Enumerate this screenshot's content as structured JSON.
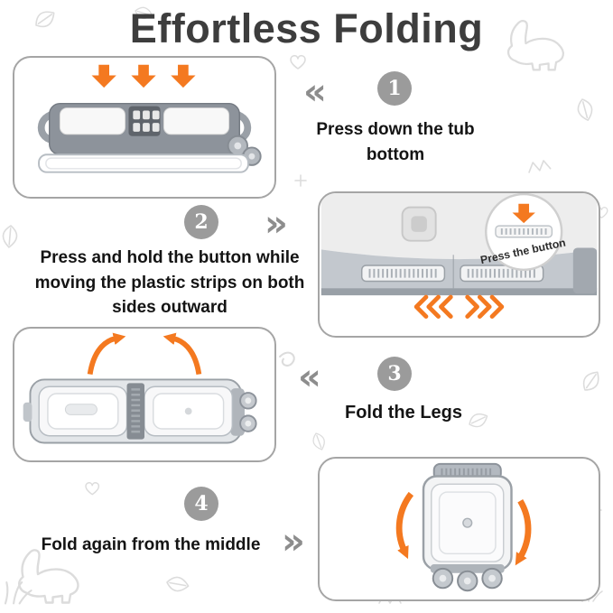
{
  "title": "Effortless Folding",
  "steps": [
    {
      "number": "1",
      "text": "Press down the tub bottom"
    },
    {
      "number": "2",
      "text": "Press and hold the button while moving the plastic strips on both sides outward"
    },
    {
      "number": "3",
      "text": "Fold the Legs"
    },
    {
      "number": "4",
      "text": "Fold again from the middle"
    }
  ],
  "panel2_callout": "Press the button",
  "chevrons": {
    "left": "«",
    "right": "»"
  },
  "icons": {
    "press_down_arrows": "three-orange-down-arrows",
    "slide_out_chevrons": "orange-outward-chevrons",
    "fold_up_arrows": "orange-curved-up-arrows",
    "fold_down_arrows": "orange-curved-down-arrows"
  },
  "colors": {
    "accent_orange": "#F47920",
    "badge_gray": "#9B9B9B",
    "chevron_gray": "#8D8D8D",
    "title_gray": "#3D3D3D",
    "panel_border": "#A5A5A5"
  }
}
